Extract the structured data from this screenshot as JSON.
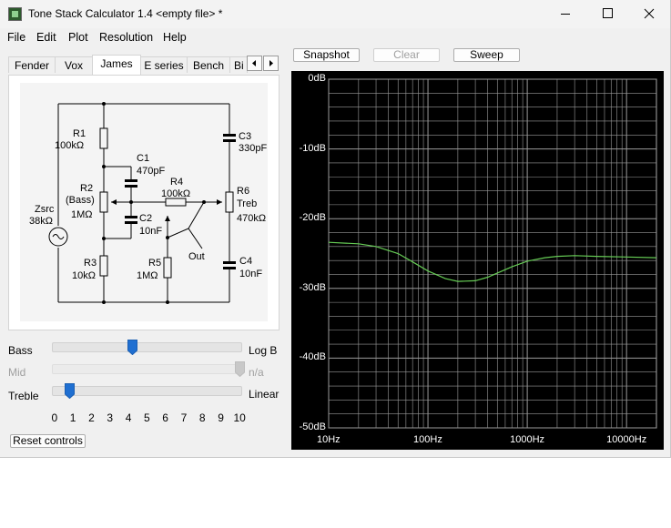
{
  "window": {
    "title": "Tone Stack Calculator 1.4 <empty file> *"
  },
  "menu": {
    "file": "File",
    "edit": "Edit",
    "plot": "Plot",
    "resolution": "Resolution",
    "help": "Help"
  },
  "tabs": [
    "Fender",
    "Vox",
    "James",
    "E series",
    "Bench",
    "Bi"
  ],
  "schematic": {
    "r1": "R1",
    "r1v": "100kΩ",
    "c1": "C1",
    "c1v": "470pF",
    "c3": "C3",
    "c3v": "330pF",
    "r2": "R2",
    "r2b": "(Bass)",
    "r2v": "1MΩ",
    "r4": "R4",
    "r4v": "100kΩ",
    "r6": "R6",
    "r6b": "Treb",
    "r6v": "470kΩ",
    "zsrc": "Zsrc",
    "zsrcv": "38kΩ",
    "c2": "C2",
    "c2v": "10nF",
    "out": "Out",
    "r3": "R3",
    "r3v": "10kΩ",
    "r5": "R5",
    "r5v": "1MΩ",
    "c4": "C4",
    "c4v": "10nF"
  },
  "controls": {
    "bass": {
      "label": "Bass",
      "mode": "Log B",
      "value": 4.2
    },
    "mid": {
      "label": "Mid",
      "mode": "n/a",
      "value": 10
    },
    "treble": {
      "label": "Treble",
      "mode": "Linear",
      "value": 0.8
    },
    "ticks": [
      "0",
      "1",
      "2",
      "3",
      "4",
      "5",
      "6",
      "7",
      "8",
      "9",
      "10"
    ],
    "reset": "Reset controls"
  },
  "toolbar": {
    "snapshot": "Snapshot",
    "clear": "Clear",
    "sweep": "Sweep"
  },
  "chart_data": {
    "type": "line",
    "x_scale": "log",
    "xlim": [
      10,
      20000
    ],
    "ylim": [
      -50,
      0
    ],
    "y_ticks": [
      "0dB",
      "-10dB",
      "-20dB",
      "-30dB",
      "-40dB",
      "-50dB"
    ],
    "x_ticks": [
      "10Hz",
      "100Hz",
      "1000Hz",
      "10000Hz"
    ],
    "grid": true,
    "series": [
      {
        "color": "#66cc55",
        "x": [
          10,
          20,
          30,
          50,
          70,
          100,
          150,
          200,
          300,
          400,
          500,
          700,
          1000,
          1500,
          2000,
          3000,
          5000,
          10000,
          20000
        ],
        "y": [
          -23.4,
          -23.6,
          -24.0,
          -25.0,
          -26.2,
          -27.5,
          -28.6,
          -29.0,
          -28.9,
          -28.4,
          -27.8,
          -26.9,
          -26.1,
          -25.6,
          -25.4,
          -25.3,
          -25.4,
          -25.5,
          -25.6
        ]
      }
    ]
  }
}
